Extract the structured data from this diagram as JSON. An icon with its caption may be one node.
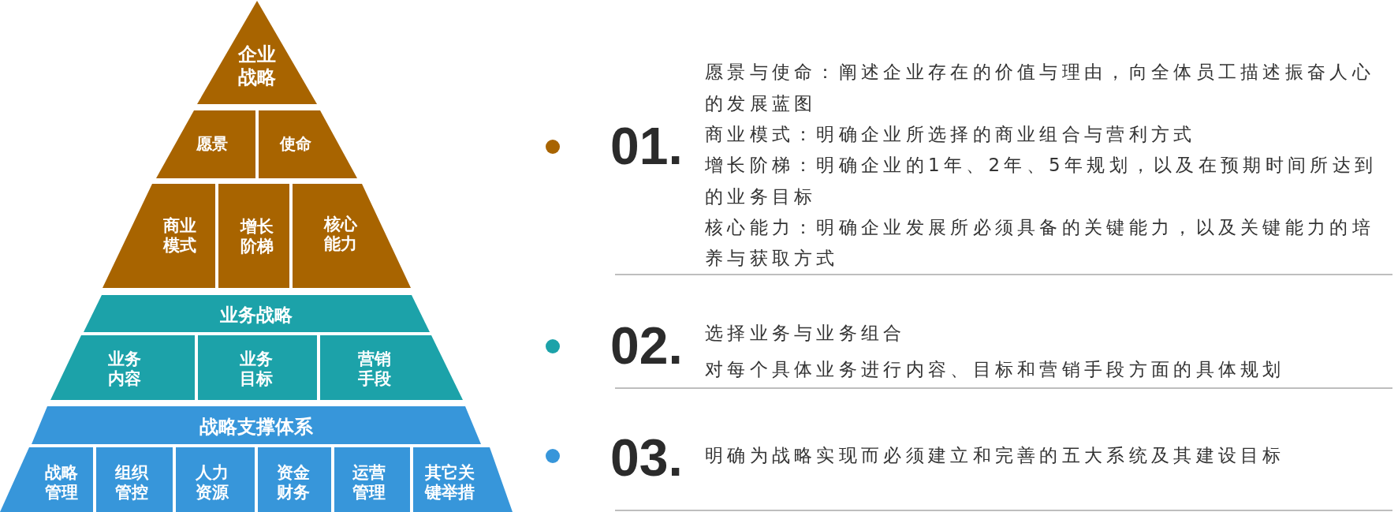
{
  "diagram": {
    "nodes": [
      {
        "text": [
          "企业战略"
        ]
      },
      {
        "text": [
          "愿景"
        ]
      },
      {
        "text": [
          "使命"
        ]
      },
      {
        "text": [
          "商业模式"
        ]
      },
      {
        "text": [
          "增长阶梯"
        ]
      },
      {
        "text": [
          "核心能力"
        ]
      },
      {
        "text": [
          "业务战略"
        ]
      },
      {
        "text": [
          "业务内容"
        ]
      },
      {
        "text": [
          "业务目标"
        ]
      },
      {
        "text": [
          "营销手段"
        ]
      },
      {
        "text": [
          "战略支撑体系"
        ]
      },
      {
        "text": [
          "战略管理"
        ]
      },
      {
        "text": [
          "组织管控"
        ]
      },
      {
        "text": [
          "人力资源"
        ]
      },
      {
        "text": [
          "资金财务"
        ]
      },
      {
        "text": [
          "运营管理"
        ]
      },
      {
        "text": [
          "其它关键举措"
        ]
      }
    ],
    "labels": [
      "01.",
      "愿景与使命：阐述企业存在的价值与理由，向全体员工描述振奋人心的发展蓝图",
      "商业模式：明确企业所选择的商业组合与营利方式",
      "增长阶梯：明确企业的1年、2年、5年规划，以及在预期时间所达到的业务目标",
      "核心能力：明确企业发展所必须具备的关键能力，以及关键能力的培养与获取方式",
      "02.",
      "选择业务与业务组合",
      "对每个具体业务进行内容、目标和营销手段方面的具体规划",
      "03.",
      "明确为战略实现而必须建立和完善的五大系统及其建设目标"
    ]
  }
}
